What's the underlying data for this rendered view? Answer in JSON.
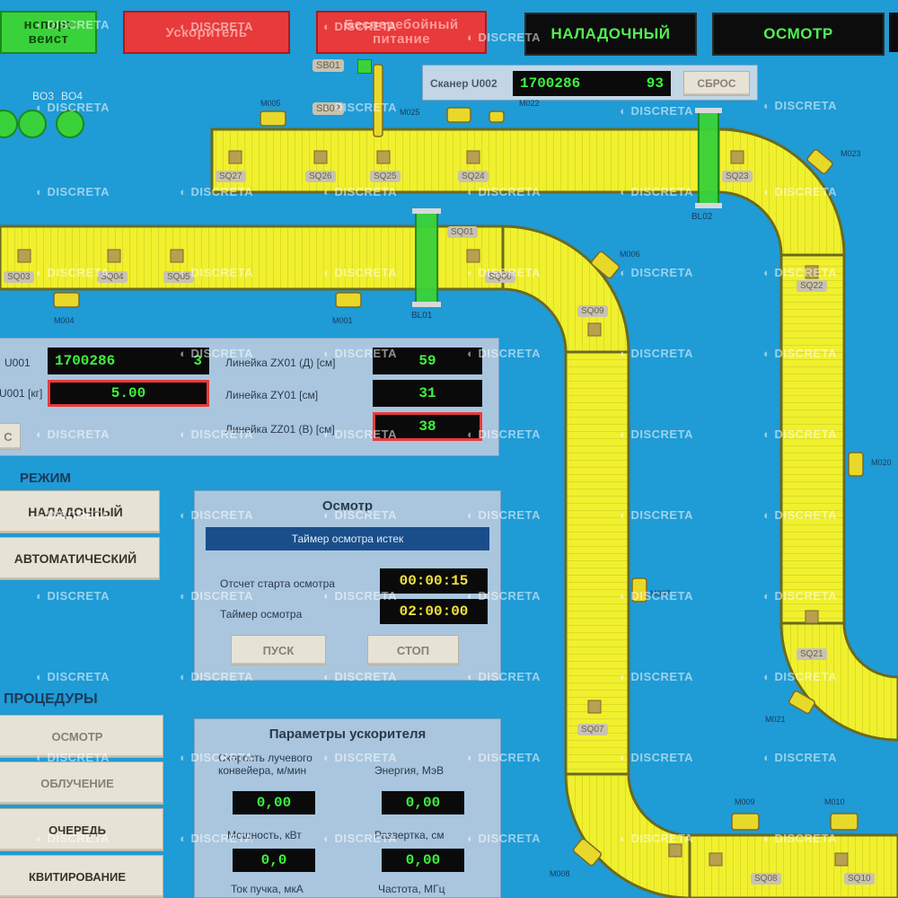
{
  "header": {
    "transport_label": "нспорт\nвеист",
    "red_box1": "Ускоритель",
    "red_box2": "Бесперебойный\nпитание",
    "mode_setup": "НАЛАДОЧНЫЙ",
    "mode_inspect": "ОСМОТР"
  },
  "indicators": {
    "sb01": "SB01",
    "sb02": "SB02",
    "bo3": "BO3",
    "bo4": "BO4"
  },
  "scanner": {
    "label": "Сканер U002",
    "code": "1700286",
    "count": "93",
    "reset": "СБРОС"
  },
  "conveyor_tags": {
    "m005": "M005",
    "m025": "M025",
    "m022": "M022",
    "m023": "M023",
    "m006": "M006",
    "m004": "M004",
    "m001": "M001",
    "m021": "M021",
    "m009": "M009",
    "m010": "M010",
    "m008": "M008",
    "m020": "M020",
    "m007": "M007"
  },
  "sensors": {
    "sq27": "SQ27",
    "sq26": "SQ26",
    "sq25": "SQ25",
    "sq24": "SQ24",
    "sq23": "SQ23",
    "sq01": "SQ01",
    "sq03": "SQ03",
    "sq04": "SQ04",
    "sq05": "SQ05",
    "sq06": "SQ06",
    "sq09": "SQ09",
    "sq22": "SQ22",
    "sq21": "SQ21",
    "sq07": "SQ07",
    "sq08": "SQ08",
    "sq10": "SQ10"
  },
  "barriers": {
    "bl01": "BL01",
    "bl02": "BL02"
  },
  "measure": {
    "u001_label": "U001",
    "u001_code": "1700286",
    "u001_count": "3",
    "weight_label": "U001 [кг]",
    "weight_value": "5.00",
    "zx_label": "Линейка ZX01 (Д) [см]",
    "zx_value": "59",
    "zy_label": "Линейка ZY01 [см]",
    "zy_value": "31",
    "zz_label": "Линейка ZZ01 (В) [см]",
    "zz_value": "38",
    "small_btn": "С"
  },
  "mode_panel": {
    "title": "РЕЖИМ",
    "setup": "НАЛАДОЧНЫЙ",
    "auto": "АВТОМАТИЧЕСКИЙ"
  },
  "inspection": {
    "title": "Осмотр",
    "timer_banner": "Таймер осмотра истек",
    "start_label": "Отсчет старта осмотра",
    "start_value": "00:00:15",
    "timer_label": "Таймер осмотра",
    "timer_value": "02:00:00",
    "start_btn": "ПУСК",
    "stop_btn": "СТОП"
  },
  "procedures": {
    "title": "ПРОЦЕДУРЫ",
    "inspect": "ОСМОТР",
    "irradiation": "ОБЛУЧЕНИЕ",
    "queue": "ОЧЕРЕДЬ",
    "ack": "КВИТИРОВАНИЕ"
  },
  "accelerator": {
    "title": "Параметры ускорителя",
    "speed_label": "Скорость лучевого конвейера, м/мин",
    "speed_value": "0,00",
    "energy_label": "Энергия, МэВ",
    "energy_value": "0,00",
    "power_label": "Мощность, кВт",
    "power_value": "0,0",
    "scan_label": "Развертка, см",
    "scan_value": "0,00",
    "current_label": "Ток пучка, мкА",
    "freq_label": "Частота, МГц"
  },
  "watermark": "DISCRETA",
  "colors": {
    "background": "#1f9bd6",
    "conveyor": "#f2f230",
    "barrier": "#3ad23a",
    "alarm": "#e83a3a"
  }
}
